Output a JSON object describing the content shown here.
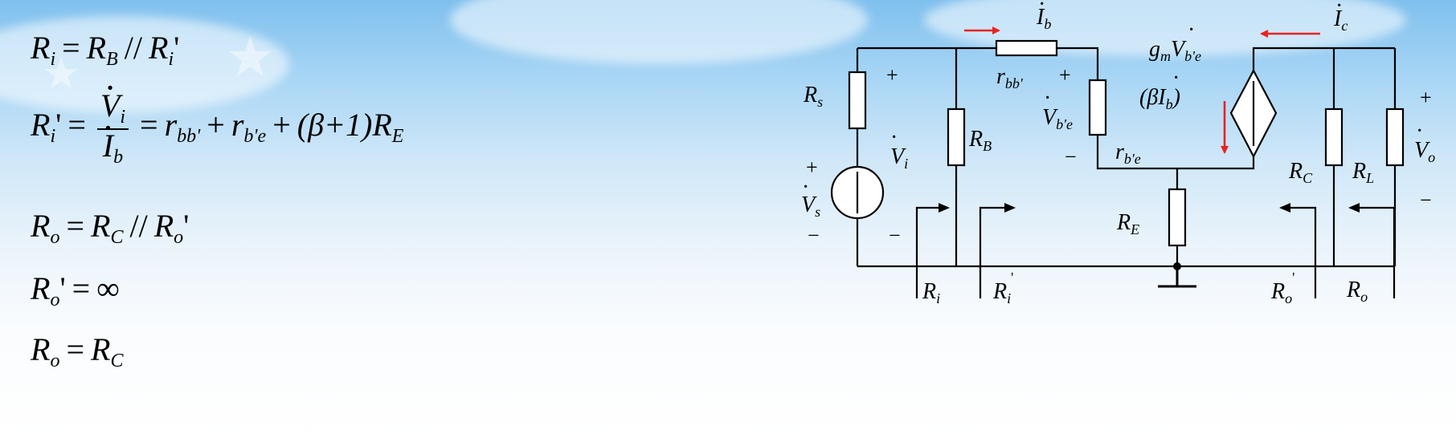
{
  "formulas": {
    "ri": {
      "lhs": "R",
      "lhs_sub": "i",
      "rhs_a": "R",
      "rhs_a_sub": "B",
      "op": "//",
      "rhs_b": "R",
      "rhs_b_sub": "i",
      "prime": "'"
    },
    "ri_prime": {
      "lhs": "R",
      "lhs_sub": "i",
      "prime": "'",
      "frac_num": "V",
      "frac_num_sub": "i",
      "frac_den": "I",
      "frac_den_sub": "b",
      "t1": "r",
      "t1_sub": "bb'",
      "t2": "r",
      "t2_sub": "b'e",
      "t3": "(β+1)R",
      "t3_sub": "E"
    },
    "ro": {
      "lhs": "R",
      "lhs_sub": "o",
      "rhs_a": "R",
      "rhs_a_sub": "C",
      "op": "//",
      "rhs_b": "R",
      "rhs_b_sub": "o",
      "prime": "'"
    },
    "ro_prime": {
      "lhs": "R",
      "lhs_sub": "o",
      "prime": "'",
      "rhs": "∞"
    },
    "ro_final": {
      "lhs": "R",
      "lhs_sub": "o",
      "rhs": "R",
      "rhs_sub": "C"
    }
  },
  "circuit": {
    "labels": {
      "rs": "R",
      "rs_sub": "s",
      "vi": "V",
      "vi_sub": "i",
      "vs": "V",
      "vs_sub": "s",
      "rb": "R",
      "rb_sub": "B",
      "rbb": "r",
      "rbb_sub": "bb'",
      "ib": "I",
      "ib_sub": "b",
      "vbe": "V",
      "vbe_sub": "b'e",
      "rbe": "r",
      "rbe_sub": "b'e",
      "gm": "g",
      "gm_sub": "m",
      "gm_v": "V",
      "gm_v_sub": "b'e",
      "beta_ib": "(βI",
      "beta_ib_sub": "b",
      "beta_close": ")",
      "ic": "I",
      "ic_sub": "c",
      "re": "R",
      "re_sub": "E",
      "rc": "R",
      "rc_sub": "C",
      "rl": "R",
      "rl_sub": "L",
      "vo": "V",
      "vo_sub": "o",
      "ri": "R",
      "ri_sub": "i",
      "ri_p": "R",
      "ri_p_sub": "i",
      "ri_p_mark": "'",
      "ro_p": "R",
      "ro_p_sub": "o",
      "ro_p_mark": "'",
      "ro": "R",
      "ro_sub": "o",
      "plus": "+",
      "minus": "−"
    },
    "colors": {
      "wire": "#000000",
      "arrow_red": "#e8231f"
    }
  }
}
